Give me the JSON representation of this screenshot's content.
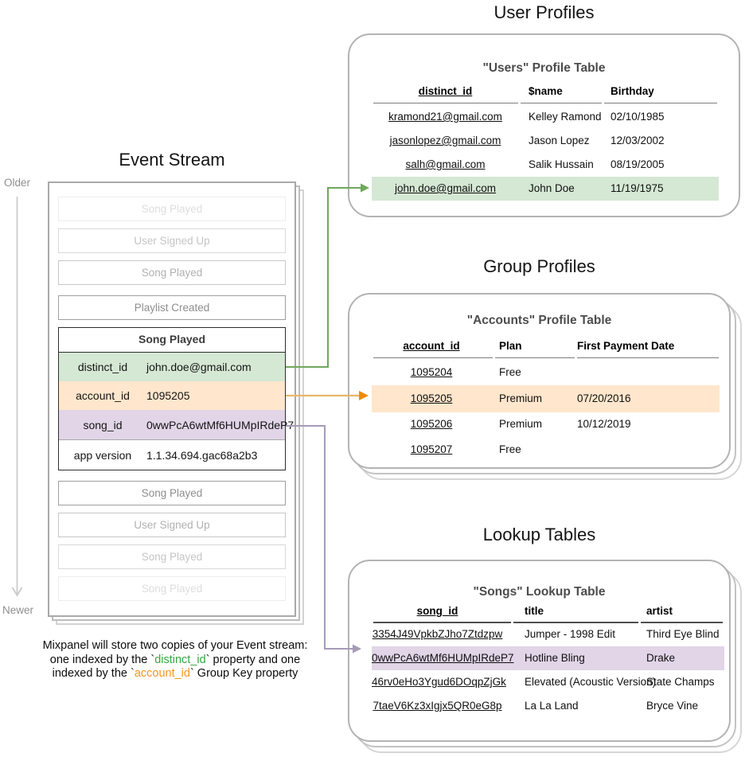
{
  "colors": {
    "row_highlight_green": "#d5e8d4",
    "row_highlight_orange": "#ffe6cc",
    "row_highlight_purple": "#e1d5e7",
    "arrow_green": "#6fa85c",
    "arrow_orange_line": "#e9b66b",
    "arrow_orange_head": "#f18a00",
    "arrow_purple": "#a79bb8",
    "older_newer_gray": "#cbcbcb",
    "caption_green": "#33a646",
    "caption_orange": "#f7941d",
    "card_border": "#b3b3b3"
  },
  "event_stream": {
    "title": "Event Stream",
    "older_label": "Older",
    "newer_label": "Newer",
    "events_before": [
      "Song Played",
      "User Signed Up",
      "Song Played",
      "Playlist Created"
    ],
    "expanded_event": {
      "title": "Song Played",
      "properties": [
        {
          "key": "distinct_id",
          "value": "john.doe@gmail.com"
        },
        {
          "key": "account_id",
          "value": "1095205"
        },
        {
          "key": "song_id",
          "value": "0wwPcA6wtMf6HUMpIRdeP7"
        },
        {
          "key": "app version",
          "value": "1.1.34.694.gac68a2b3"
        }
      ]
    },
    "events_after": [
      "Song Played",
      "User Signed Up",
      "Song Played",
      "Song Played"
    ],
    "caption": {
      "line1": "Mixpanel will store two copies of your Event stream:",
      "line2_pre": "one indexed by the `",
      "line2_key": "distinct_id",
      "line2_post": "` property and one",
      "line3_pre": "indexed by the `",
      "line3_key": "account_id",
      "line3_post": "` Group Key property"
    }
  },
  "user_profiles": {
    "section_title": "User Profiles",
    "card_title": "\"Users\" Profile Table",
    "columns": [
      "distinct_id",
      "$name",
      "Birthday"
    ],
    "rows": [
      [
        "kramond21@gmail.com",
        "Kelley Ramond",
        "02/10/1985"
      ],
      [
        "jasonlopez@gmail.com",
        "Jason Lopez",
        "12/03/2002"
      ],
      [
        "salh@gmail.com",
        "Salik Hussain",
        "08/19/2005"
      ],
      [
        "john.doe@gmail.com",
        "John Doe",
        "11/19/1975"
      ]
    ],
    "highlighted_row": 3
  },
  "group_profiles": {
    "section_title": "Group Profiles",
    "card_title": "\"Accounts\" Profile Table",
    "columns": [
      "account_id",
      "Plan",
      "First Payment Date"
    ],
    "rows": [
      [
        "1095204",
        "Free",
        ""
      ],
      [
        "1095205",
        "Premium",
        "07/20/2016"
      ],
      [
        "1095206",
        "Premium",
        "10/12/2019"
      ],
      [
        "1095207",
        "Free",
        ""
      ]
    ],
    "highlighted_row": 1
  },
  "lookup_tables": {
    "section_title": "Lookup Tables",
    "card_title": "\"Songs\" Lookup Table",
    "columns": [
      "song_id",
      "title",
      "artist"
    ],
    "rows": [
      [
        "3354J49VpkbZJho7Ztdzpw",
        "Jumper - 1998 Edit",
        "Third Eye Blind"
      ],
      [
        "0wwPcA6wtMf6HUMpIRdeP7",
        "Hotline Bling",
        "Drake"
      ],
      [
        "46rv0eHo3Ygud6DOqpZjGk",
        "Elevated (Acoustic Version)",
        "State Champs"
      ],
      [
        "7taeV6Kz3xIgjx5QR0eG8p",
        "La La Land",
        "Bryce Vine"
      ]
    ],
    "highlighted_row": 1
  }
}
